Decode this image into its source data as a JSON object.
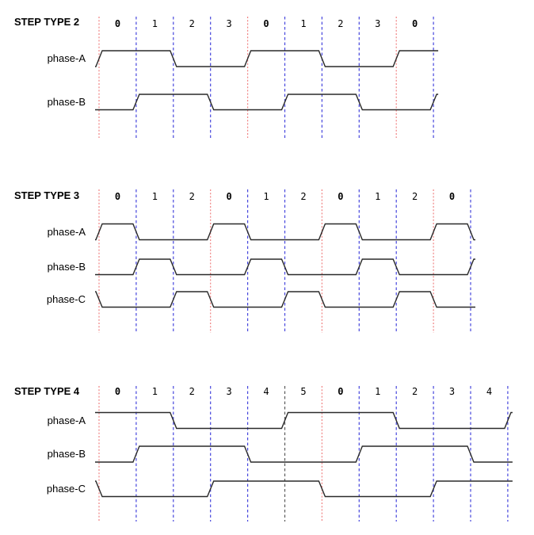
{
  "page": {
    "background": "#ffffff"
  },
  "colors": {
    "grid_red": "#f08282",
    "grid_blue": "#4646dd",
    "grid_black": "#5a5a5a",
    "waveform": "#2a2a2a",
    "text": "#000000"
  },
  "diagrams": [
    {
      "title": "STEP TYPE 2",
      "step_labels": [
        {
          "text": "0",
          "bold": true
        },
        {
          "text": "1",
          "bold": false
        },
        {
          "text": "2",
          "bold": false
        },
        {
          "text": "3",
          "bold": false
        },
        {
          "text": "0",
          "bold": true
        },
        {
          "text": "1",
          "bold": false
        },
        {
          "text": "2",
          "bold": false
        },
        {
          "text": "3",
          "bold": false
        },
        {
          "text": "0",
          "bold": true
        }
      ],
      "grid_colors": [
        "red",
        "blue",
        "blue",
        "blue",
        "red",
        "blue",
        "blue",
        "blue",
        "red",
        "blue"
      ],
      "phases": [
        {
          "label": "phase-A",
          "initial_level": 0,
          "toggle_steps": [
            0,
            2,
            4,
            6,
            8
          ]
        },
        {
          "label": "phase-B",
          "initial_level": 0,
          "toggle_steps": [
            1,
            3,
            5,
            7,
            9
          ]
        }
      ]
    },
    {
      "title": "STEP TYPE 3",
      "step_labels": [
        {
          "text": "0",
          "bold": true
        },
        {
          "text": "1",
          "bold": false
        },
        {
          "text": "2",
          "bold": false
        },
        {
          "text": "0",
          "bold": true
        },
        {
          "text": "1",
          "bold": false
        },
        {
          "text": "2",
          "bold": false
        },
        {
          "text": "0",
          "bold": true
        },
        {
          "text": "1",
          "bold": false
        },
        {
          "text": "2",
          "bold": false
        },
        {
          "text": "0",
          "bold": true
        }
      ],
      "grid_colors": [
        "red",
        "blue",
        "blue",
        "red",
        "blue",
        "blue",
        "red",
        "blue",
        "blue",
        "red",
        "blue"
      ],
      "phases": [
        {
          "label": "phase-A",
          "initial_level": 0,
          "toggle_steps": [
            0,
            1,
            3,
            4,
            6,
            7,
            9,
            10
          ]
        },
        {
          "label": "phase-B",
          "initial_level": 0,
          "toggle_steps": [
            1,
            2,
            4,
            5,
            7,
            8,
            10
          ]
        },
        {
          "label": "phase-C",
          "initial_level": 1,
          "toggle_steps": [
            0,
            2,
            3,
            5,
            6,
            8,
            9
          ]
        }
      ]
    },
    {
      "title": "STEP TYPE 4",
      "step_labels": [
        {
          "text": "0",
          "bold": true
        },
        {
          "text": "1",
          "bold": false
        },
        {
          "text": "2",
          "bold": false
        },
        {
          "text": "3",
          "bold": false
        },
        {
          "text": "4",
          "bold": false
        },
        {
          "text": "5",
          "bold": false
        },
        {
          "text": "0",
          "bold": true
        },
        {
          "text": "1",
          "bold": false
        },
        {
          "text": "2",
          "bold": false
        },
        {
          "text": "3",
          "bold": false
        },
        {
          "text": "4",
          "bold": false
        }
      ],
      "grid_colors": [
        "red",
        "blue",
        "blue",
        "blue",
        "blue",
        "black",
        "red",
        "blue",
        "blue",
        "blue",
        "blue",
        "blue"
      ],
      "phases": [
        {
          "label": "phase-A",
          "initial_level": 1,
          "toggle_steps": [
            2,
            5,
            8,
            11
          ]
        },
        {
          "label": "phase-B",
          "initial_level": 0,
          "toggle_steps": [
            1,
            4,
            7,
            10
          ]
        },
        {
          "label": "phase-C",
          "initial_level": 1,
          "toggle_steps": [
            0,
            3,
            6,
            9
          ]
        }
      ]
    }
  ]
}
